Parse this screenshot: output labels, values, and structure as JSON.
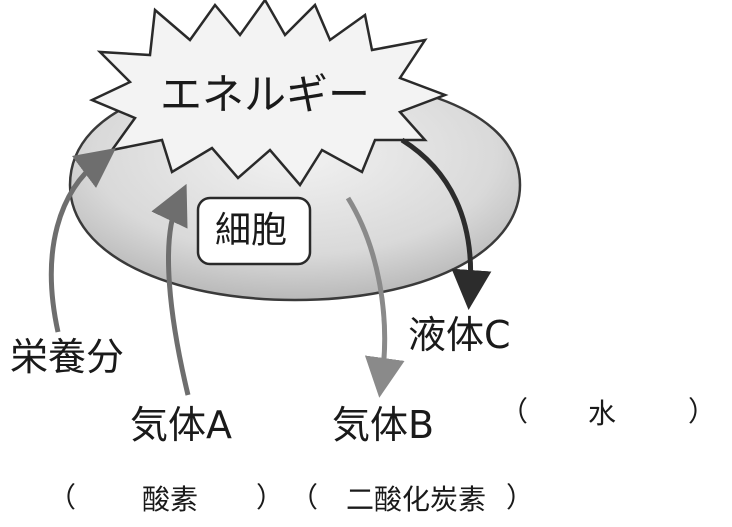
{
  "labels": {
    "energy": "エネルギー",
    "cell": "細胞",
    "nutrients": "栄養分",
    "gas_a": "気体A",
    "gas_b": "気体B",
    "liquid_c": "液体C"
  },
  "answers": {
    "gas_a": "酸素",
    "gas_b": "二酸化炭素",
    "liquid_c": "水"
  },
  "brackets": {
    "open": "（",
    "close": "）"
  },
  "colors": {
    "cell_fill": "#d6d6d6",
    "arrow_in": "#6e6e6e",
    "arrow_out_b": "#8a8a8a",
    "arrow_out_c": "#2c2c2c",
    "outline": "#3a3a3a"
  }
}
